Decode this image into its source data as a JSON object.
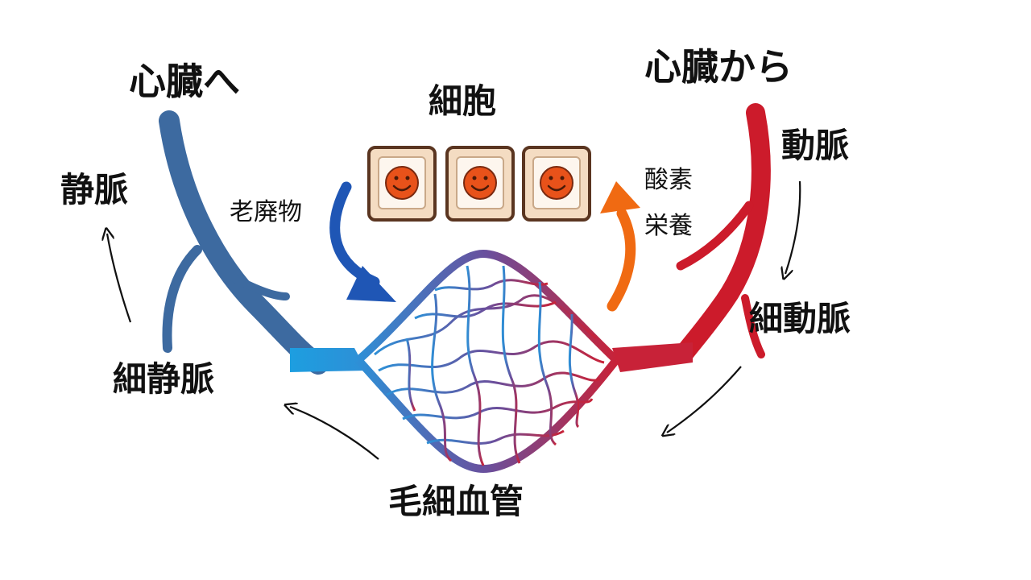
{
  "labels": {
    "to_heart": "心臓へ",
    "from_heart": "心臓から",
    "cells": "細胞",
    "vein": "静脈",
    "artery": "動脈",
    "venule": "細静脈",
    "arteriole": "細動脈",
    "capillary": "毛細血管",
    "waste": "老廃物",
    "oxygen": "酸素",
    "nutrients": "栄養"
  },
  "colors": {
    "vein": "#3d6aa0",
    "artery": "#cc1b2b",
    "capillary_blue": "#2e8fd6",
    "capillary_red": "#c82238",
    "waste_arrow": "#1f56b5",
    "nutrient_arrow": "#f06a12",
    "cell_nucleus": "#e8521a",
    "cell_border": "#5a3520"
  },
  "icons": {
    "cell": "smiley-cell-icon"
  }
}
